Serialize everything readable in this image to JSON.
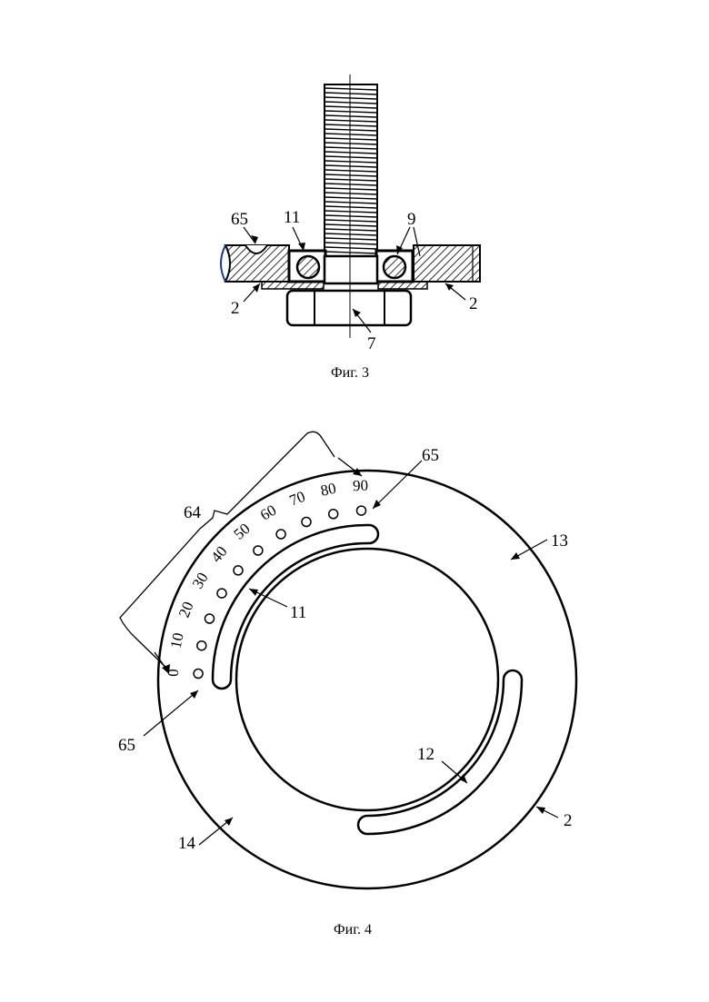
{
  "figure3": {
    "caption": "Фиг. 3",
    "labels": {
      "l65": "65",
      "l11": "11",
      "l9": "9",
      "l2_left": "2",
      "l2_right": "2",
      "l7": "7"
    }
  },
  "figure4": {
    "caption": "Фиг. 4",
    "labels": {
      "l64": "64",
      "l65_top": "65",
      "l65_bottom": "65",
      "l13": "13",
      "l11": "11",
      "l12": "12",
      "l14": "14",
      "l2": "2"
    },
    "scale": [
      "0",
      "10",
      "20",
      "30",
      "40",
      "50",
      "60",
      "70",
      "80",
      "90"
    ]
  }
}
